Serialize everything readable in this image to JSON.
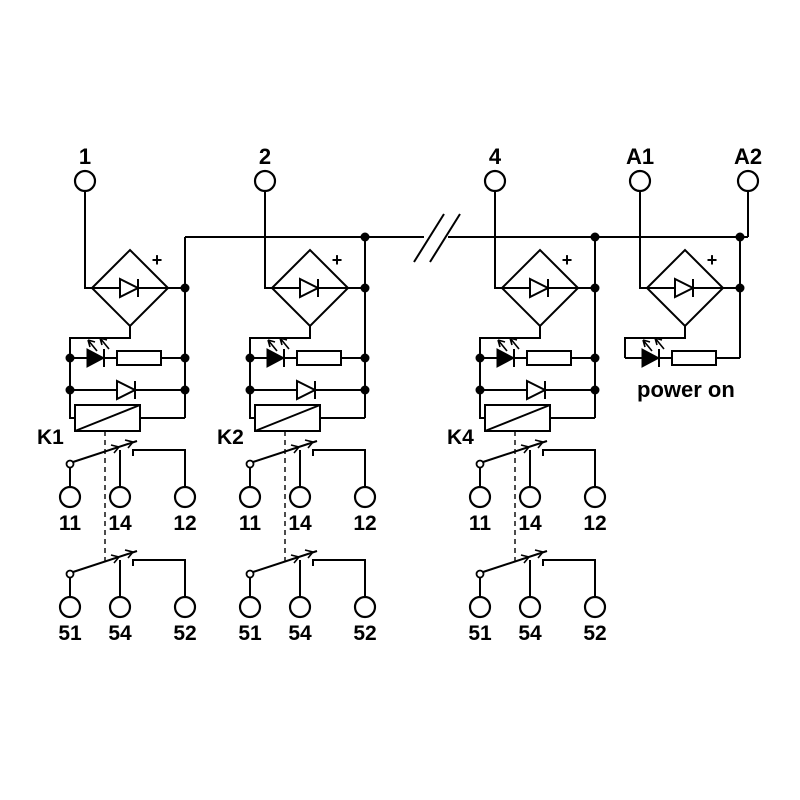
{
  "diagram": {
    "plus_sign": "+",
    "power_on_label": "power on",
    "common_terminals": {
      "a1": "A1",
      "a2": "A2"
    },
    "channels": [
      {
        "terminal": "1",
        "relay": "K1",
        "contacts_top": [
          "11",
          "14",
          "12"
        ],
        "contacts_bottom": [
          "51",
          "54",
          "52"
        ]
      },
      {
        "terminal": "2",
        "relay": "K2",
        "contacts_top": [
          "11",
          "14",
          "12"
        ],
        "contacts_bottom": [
          "51",
          "54",
          "52"
        ]
      },
      {
        "terminal": "4",
        "relay": "K4",
        "contacts_top": [
          "11",
          "14",
          "12"
        ],
        "contacts_bottom": [
          "51",
          "54",
          "52"
        ]
      }
    ]
  }
}
